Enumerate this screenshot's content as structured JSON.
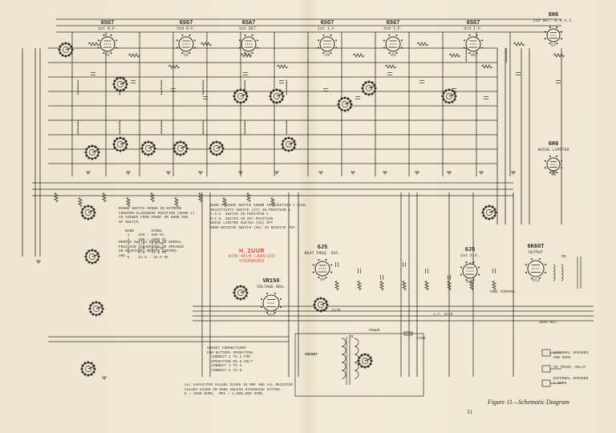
{
  "tubes": [
    {
      "id": "V1",
      "type": "6SG7",
      "sub": "1st R.F."
    },
    {
      "id": "V2",
      "type": "6SG7",
      "sub": "2nd R.F."
    },
    {
      "id": "V3",
      "type": "6SA7",
      "sub": "1st DET."
    },
    {
      "id": "V4",
      "type": "6SG7",
      "sub": "1st I.F."
    },
    {
      "id": "V5",
      "type": "6SG7",
      "sub": "2nd I.F."
    },
    {
      "id": "V6",
      "type": "6SG7",
      "sub": "3rd I.F."
    },
    {
      "id": "V7",
      "type": "6H6",
      "sub": "2nd DET. & A.V.C."
    },
    {
      "id": "V8",
      "type": "6H6",
      "sub": "NOISE LIMITER"
    },
    {
      "id": "V9",
      "type": "6J5",
      "sub": "BEAT FREQ. OSC."
    },
    {
      "id": "V10",
      "type": "6J5",
      "sub": "1st A.F."
    },
    {
      "id": "V11",
      "type": "6K6GT",
      "sub": "OUTPUT"
    },
    {
      "id": "V12",
      "type": "VR150",
      "sub": "VOLTAGE REG."
    }
  ],
  "notes": {
    "band_switch": "RANGE SWITCH SHOWN IN EXTREME\nCOUNTER-CLOCKWISE POSITION (BAND 1)\nAS VIEWED FROM FRONT OR KNOB END\nOF SWITCH.\n\n   BAND        RANGE\n    1    150 - 400 KC\n    2    400 - 1000 KC\n    3    1.0 - 2.5 MC\n    4    2.5 - 6.2 MC\n    5    6.0 - 15.0 MC\n    6    13.5 - 18.0 MC",
    "switch_positions": "BAND 1 RANGE SWITCH SHOWN IN POSITION 1 (CCW\nSELECTIVITY SWITCH (S7) IN POSITION 1\nA.V.C. SWITCH IN POSITION 1\nB.F.O. SWITCH IN OFF POSITION\nNOISE LIMITER SWITCH (S8) OFF\nSEND-RECEIVE SWITCH (S9) IN RECEIVE POS.",
    "remote_control": "REMOTE SWITCH SHOWN IN NORMAL\nPOSITION (HEADPHONE OR SPEAKER\nON RECEIVER) REMOTE CONTROL\nUSE.",
    "socket_connections": "SOCKET CONNECTIONS\nFOR BATTERY OPERATION\n  CONNECT 1 TO 2 FOR\n  OPERATION ON 6 VOLT\n  CONNECT 3 TO 4\n  CONNECT 5 TO 6",
    "resistor_values": "ALL CAPACITOR VALUES GIVEN IN MMF AND ALL RESISTOR\nVALUES GIVEN IN OHMS UNLESS OTHERWISE STATED.\nK = 1000 OHMS,  MEG = 1,000,000 OHMS.",
    "speaker_1": "EXTERNAL SPEAKER\n600 OHMS",
    "speaker_2": "EXTERNAL SPEAKER\n4 OHMS",
    "transmitter": "TO TRANS. RELAY"
  },
  "labels": {
    "socket": "SOCKET",
    "power_transformer": "T1",
    "output_transformer": "T2",
    "fuse": "FUSE",
    "power": "POWER",
    "send_receive": "SEND-REC.",
    "tone_control": "TONE CONTROL",
    "rf_gain": "R.F. GAIN",
    "audio_gain": "A.F. GAIN"
  },
  "stamp": {
    "line1": "H. ZUUR",
    "line2": "KON. WILH. LAAN 51D",
    "line3": "VOORBURG"
  },
  "caption": "Figure 11—Schematic Diagram",
  "page_number": "31"
}
